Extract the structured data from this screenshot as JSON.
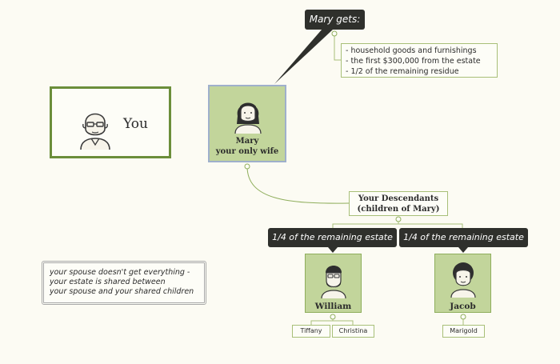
{
  "you": {
    "label": "You"
  },
  "mary": {
    "name": "Mary",
    "role": "your only wife"
  },
  "mary_gets": {
    "title": "Mary gets:",
    "items": [
      "- household goods and furnishings",
      "- the first $300,000 from the estate",
      "- 1/2 of the remaining residue"
    ]
  },
  "descendants": {
    "line1": "Your Descendants",
    "line2": "(children of Mary)"
  },
  "shares": {
    "william": "1/4 of the remaining estate",
    "jacob": "1/4 of the remaining estate"
  },
  "children": [
    {
      "name": "William",
      "grandchildren": [
        "Tiffany",
        "Christina"
      ]
    },
    {
      "name": "Jacob",
      "grandchildren": [
        "Marigold"
      ]
    }
  ],
  "note": [
    "your spouse doesn't get everything -",
    "your estate is shared between",
    "your spouse and your shared children"
  ],
  "colors": {
    "node_green": "#c2d59b",
    "frame_green": "#6b8e3a",
    "callout_dark": "#2f302c"
  }
}
